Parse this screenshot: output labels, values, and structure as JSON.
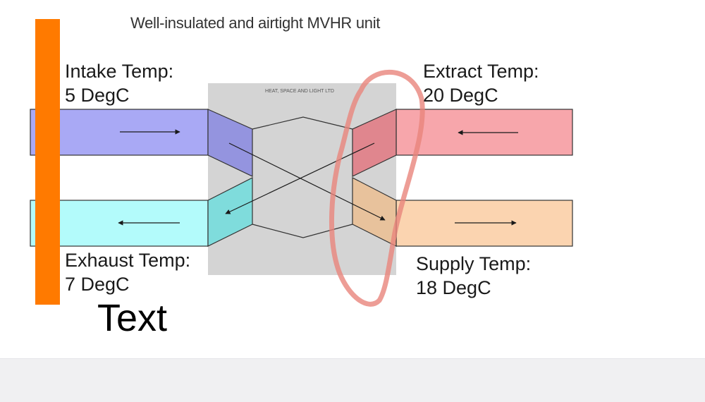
{
  "title": "Well-insulated and airtight MVHR unit",
  "unit_label": "HEAT, SPACE AND LIGHT LTD",
  "labels": {
    "intake": {
      "name": "Intake Temp:",
      "value": "5 DegC"
    },
    "extract": {
      "name": "Extract Temp:",
      "value": "20 DegC"
    },
    "exhaust": {
      "name": "Exhaust Temp:",
      "value": "7 DegC"
    },
    "supply": {
      "name": "Supply Temp:",
      "value": "18 DegC"
    }
  },
  "annotation_text": "Text",
  "colors": {
    "intake_duct": "#a9a9f5",
    "extract_duct": "#f7a6ab",
    "exhaust_duct": "#b3fbfb",
    "supply_duct": "#fbd4b0",
    "unit_box": "#d4d4d4",
    "orange_bar": "#ff7a00",
    "circle_annotation": "#e8857c"
  }
}
